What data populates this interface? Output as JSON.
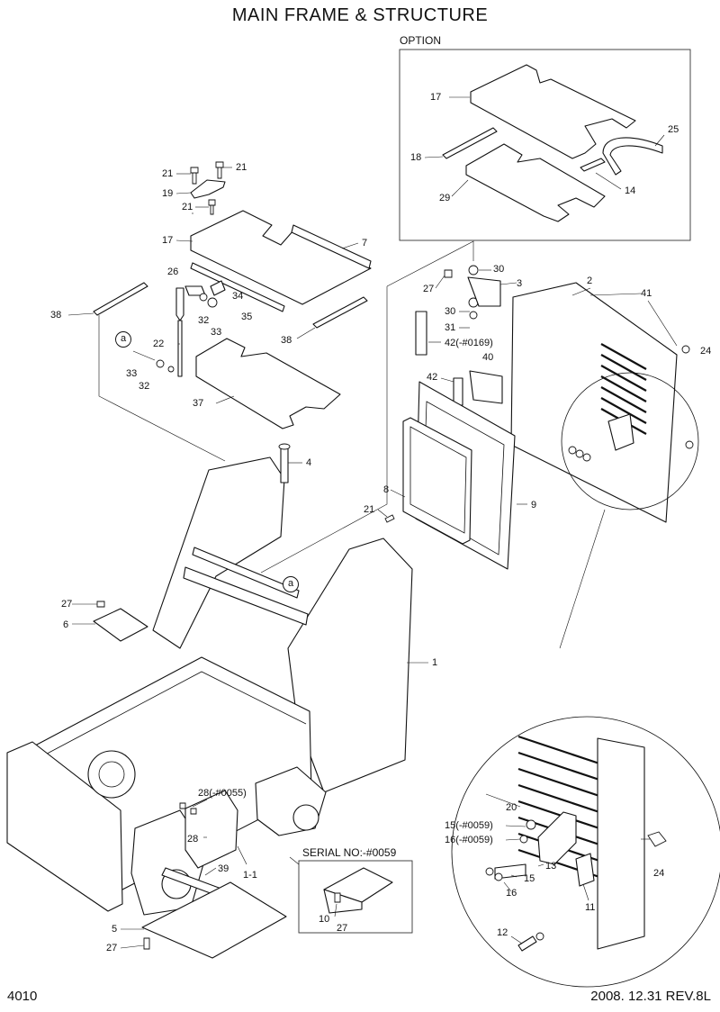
{
  "title": "MAIN FRAME & STRUCTURE",
  "page_number": "4010",
  "revision": "2008.  12.31  REV.8L",
  "option_box_title": "OPTION",
  "serial_box_title": "SERIAL NO:-#0059",
  "view_marker": "a",
  "labels": {
    "opt_17": "17",
    "opt_18": "18",
    "opt_29": "29",
    "opt_14": "14",
    "opt_25": "25",
    "t21a": "21",
    "t21b": "21",
    "t19": "19",
    "t21c": "21",
    "t17": "17",
    "t7": "7",
    "t26": "26",
    "t34": "34",
    "t35": "35",
    "t32a": "32",
    "t33a": "33",
    "t38a": "38",
    "t38b": "38",
    "t22": "22",
    "t33b": "33",
    "t32b": "32",
    "t37": "37",
    "r27": "27",
    "r30a": "30",
    "r3": "3",
    "r2": "2",
    "r41": "41",
    "r30b": "30",
    "r31": "31",
    "r42a": "42(-#0169)",
    "r40": "40",
    "r42b": "42",
    "r24": "24",
    "m4": "4",
    "m8": "8",
    "m21": "21",
    "m9": "9",
    "l27": "27",
    "l6": "6",
    "l1": "1",
    "b28a": "28(-#0055)",
    "b28b": "28",
    "b39": "39",
    "b1_1": "1-1",
    "b5": "5",
    "b27a": "27",
    "s10": "10",
    "s27": "27",
    "d20": "20",
    "d15a": "15(-#0059)",
    "d16a": "16(-#0059)",
    "d24": "24",
    "d13": "13",
    "d15b": "15",
    "d16b": "16",
    "d11": "11",
    "d12": "12"
  }
}
